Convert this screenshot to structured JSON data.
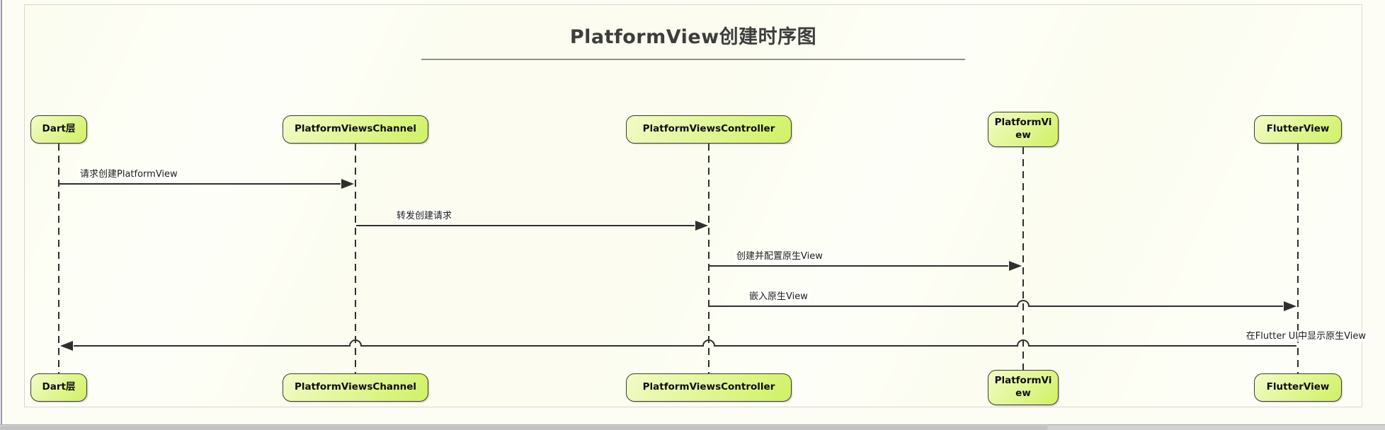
{
  "title": "PlatformView创建时序图",
  "actors": [
    {
      "id": "dart-layer",
      "label": "Dart层"
    },
    {
      "id": "platform-views-channel",
      "label": "PlatformViewsChannel"
    },
    {
      "id": "platform-views-controller",
      "label": "PlatformViewsController"
    },
    {
      "id": "platform-view",
      "label": "PlatformView"
    },
    {
      "id": "flutter-view",
      "label": "FlutterView"
    }
  ],
  "messages": [
    {
      "label": "请求创建PlatformView",
      "from": "Dart层",
      "to": "PlatformViewsChannel"
    },
    {
      "label": "转发创建请求",
      "from": "PlatformViewsChannel",
      "to": "PlatformViewsController"
    },
    {
      "label": "创建并配置原生View",
      "from": "PlatformViewsController",
      "to": "PlatformView"
    },
    {
      "label": "嵌入原生View",
      "from": "PlatformViewsController",
      "to": "FlutterView"
    },
    {
      "label": "在Flutter UI中显示原生View",
      "from": "FlutterView",
      "to": "Dart层"
    }
  ],
  "colors": {
    "background": "#fcfdf0",
    "panel_border": "#d8d8ca",
    "actor_fill_top": "#f2fbc9",
    "actor_fill_bottom": "#d0f163",
    "actor_border": "#3b3b2f",
    "line": "#2f2f2f"
  }
}
